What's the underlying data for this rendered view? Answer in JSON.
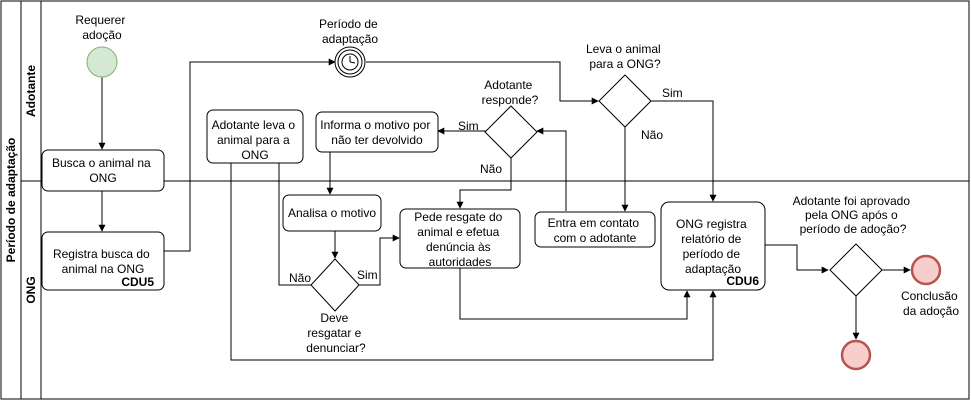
{
  "pool": {
    "label": "Período de adaptação"
  },
  "lanes": {
    "top": "Adotante",
    "bottom": "ONG"
  },
  "events": {
    "start": [
      "Requerer",
      "adoção"
    ],
    "timer": [
      "Período de",
      "adaptação"
    ],
    "end_label": [
      "Conclusão",
      "da adoção"
    ]
  },
  "tasks": {
    "busca": [
      "Busca o animal na",
      "ONG"
    ],
    "registra": [
      "Registra busca do",
      "animal na ONG"
    ],
    "registra_tag": "CDU5",
    "leva": [
      "Adotante leva o",
      "animal para a",
      "ONG"
    ],
    "informa": [
      "Informa o motivo por",
      "não ter devolvido"
    ],
    "analisa": [
      "Analisa o motivo"
    ],
    "pede": [
      "Pede resgate do",
      "animal e efetua",
      "denúncia às",
      "autoridades"
    ],
    "contato": [
      "Entra em contato",
      "com o adotante"
    ],
    "relatorio": [
      "ONG registra",
      "relatório de",
      "período de",
      "adaptação"
    ],
    "relatorio_tag": "CDU6"
  },
  "gateways": {
    "leva_q": [
      "Leva o animal",
      "para a ONG?"
    ],
    "responde_q": [
      "Adotante",
      "responde?"
    ],
    "resgatar_q": [
      "Deve",
      "resgatar e",
      "denunciar?"
    ],
    "aprovado_q": [
      "Adotante foi aprovado",
      "pela ONG após o",
      "período de adoção?"
    ]
  },
  "edge_labels": {
    "sim": "Sim",
    "nao": "Não"
  },
  "colors": {
    "start_fill": "#d5e8d4",
    "start_stroke": "#82b366",
    "end_fill": "#f8cecc",
    "end_stroke": "#b85450",
    "line": "#000000"
  }
}
